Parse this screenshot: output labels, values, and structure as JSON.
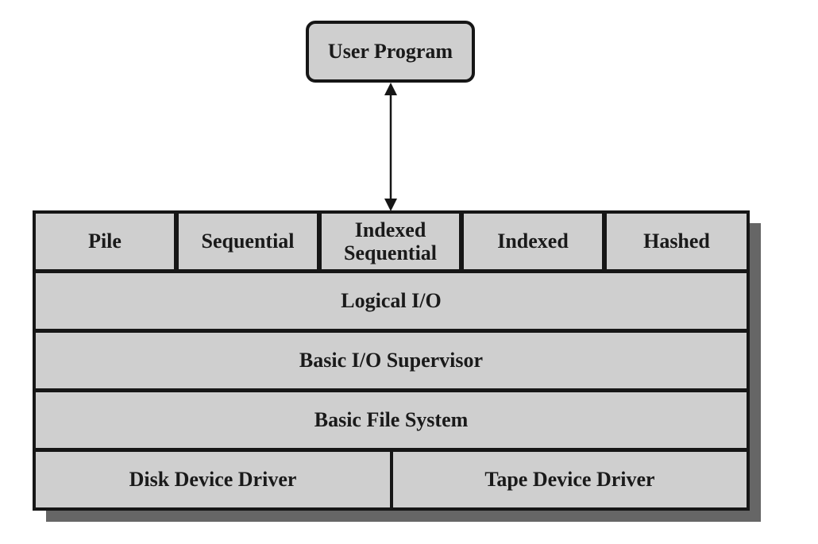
{
  "title": "File system software architecture",
  "user_program": {
    "label": "User Program"
  },
  "file_organizations": [
    {
      "label": "Pile"
    },
    {
      "label": "Sequential"
    },
    {
      "label": "Indexed\nSequential"
    },
    {
      "label": "Indexed"
    },
    {
      "label": "Hashed"
    }
  ],
  "layers": [
    {
      "label": "Logical I/O"
    },
    {
      "label": "Basic I/O Supervisor"
    },
    {
      "label": "Basic File System"
    }
  ],
  "device_drivers": [
    {
      "label": "Disk Device Driver"
    },
    {
      "label": "Tape Device Driver"
    }
  ],
  "connection": {
    "from": "User Program",
    "to": "Indexed Sequential",
    "direction": "bidirectional"
  },
  "colors": {
    "fill": "#cfcfcf",
    "border": "#161616",
    "shadow": "#666666"
  }
}
